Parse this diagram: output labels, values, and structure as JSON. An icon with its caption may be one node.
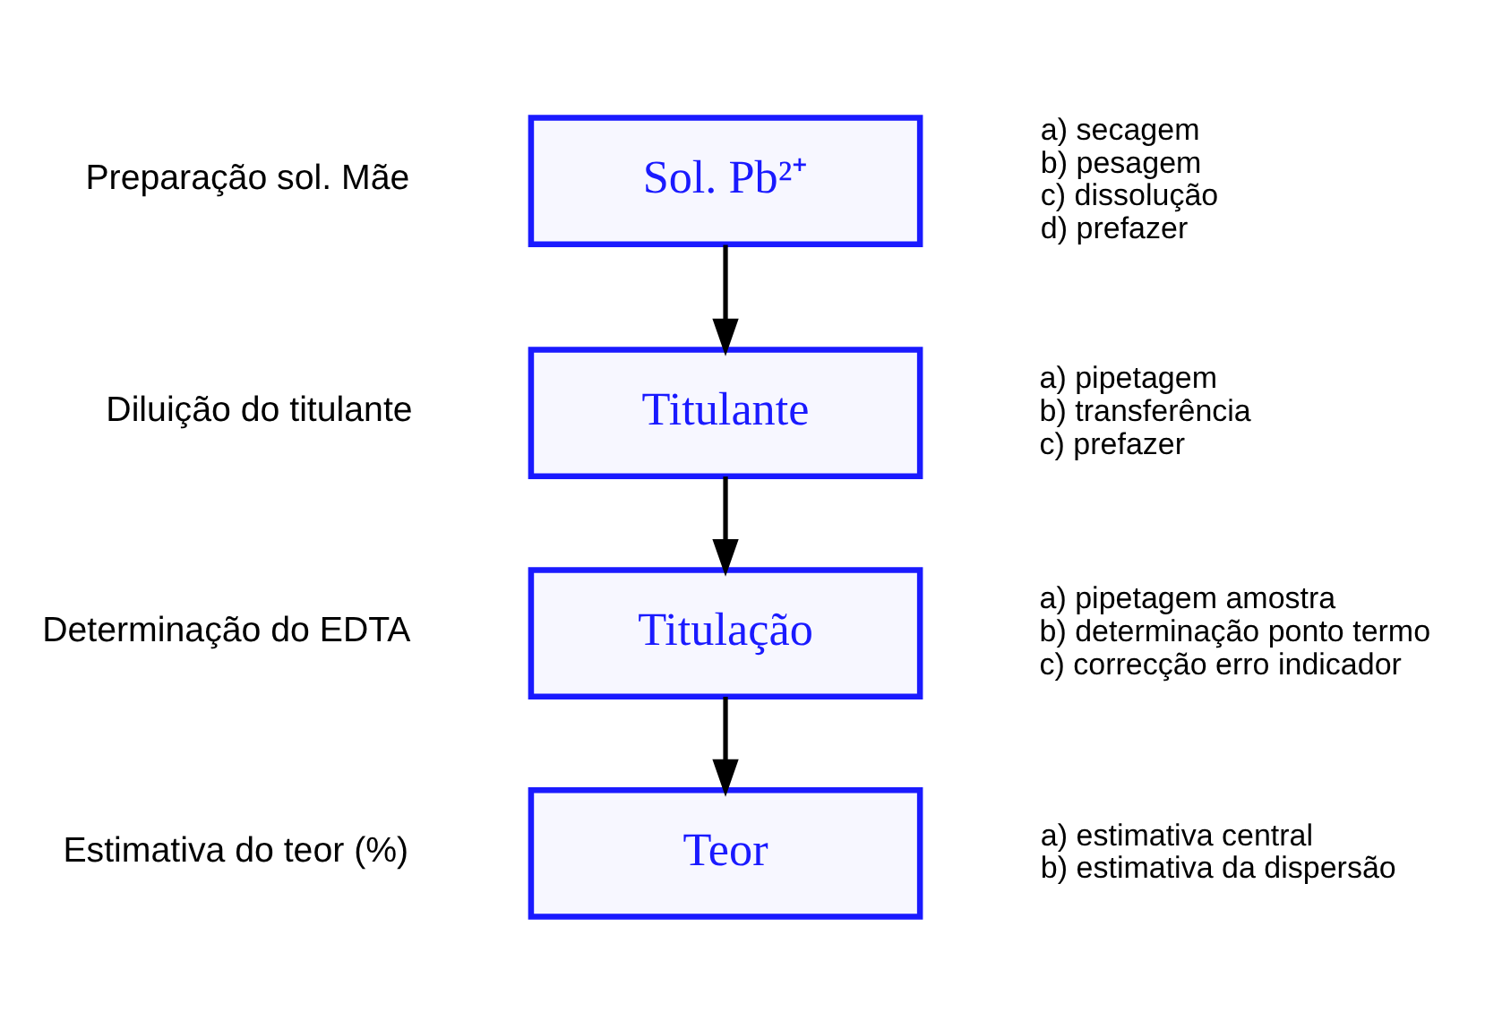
{
  "diagram": {
    "nodes": [
      {
        "text": [
          "Sol. Pb²⁺"
        ],
        "beside": [
          "Preparação sol. Mãe",
          "a) secagem",
          "b) pesagem",
          "c) dissolução",
          "d) prefazer"
        ]
      },
      {
        "text": [
          "Titulante"
        ],
        "beside": [
          "Diluição do titulante",
          "a) pipetagem",
          "b) transferência",
          "c) prefazer"
        ]
      },
      {
        "text": [
          "Titulação"
        ],
        "beside": [
          "Determinação do EDTA",
          "a) pipetagem amostra",
          "b) determinação ponto termo",
          "c) correcção erro indicador"
        ]
      },
      {
        "text": [
          "Teor"
        ],
        "beside": [
          "Estimativa do teor (%)",
          "a) estimativa central",
          "b) estimativa da dispersão"
        ]
      }
    ],
    "edges": [
      {
        "from": 0,
        "to": 1,
        "arrow": "to"
      },
      {
        "from": 1,
        "to": 2,
        "arrow": "to"
      },
      {
        "from": 2,
        "to": 3,
        "arrow": "to"
      }
    ]
  }
}
